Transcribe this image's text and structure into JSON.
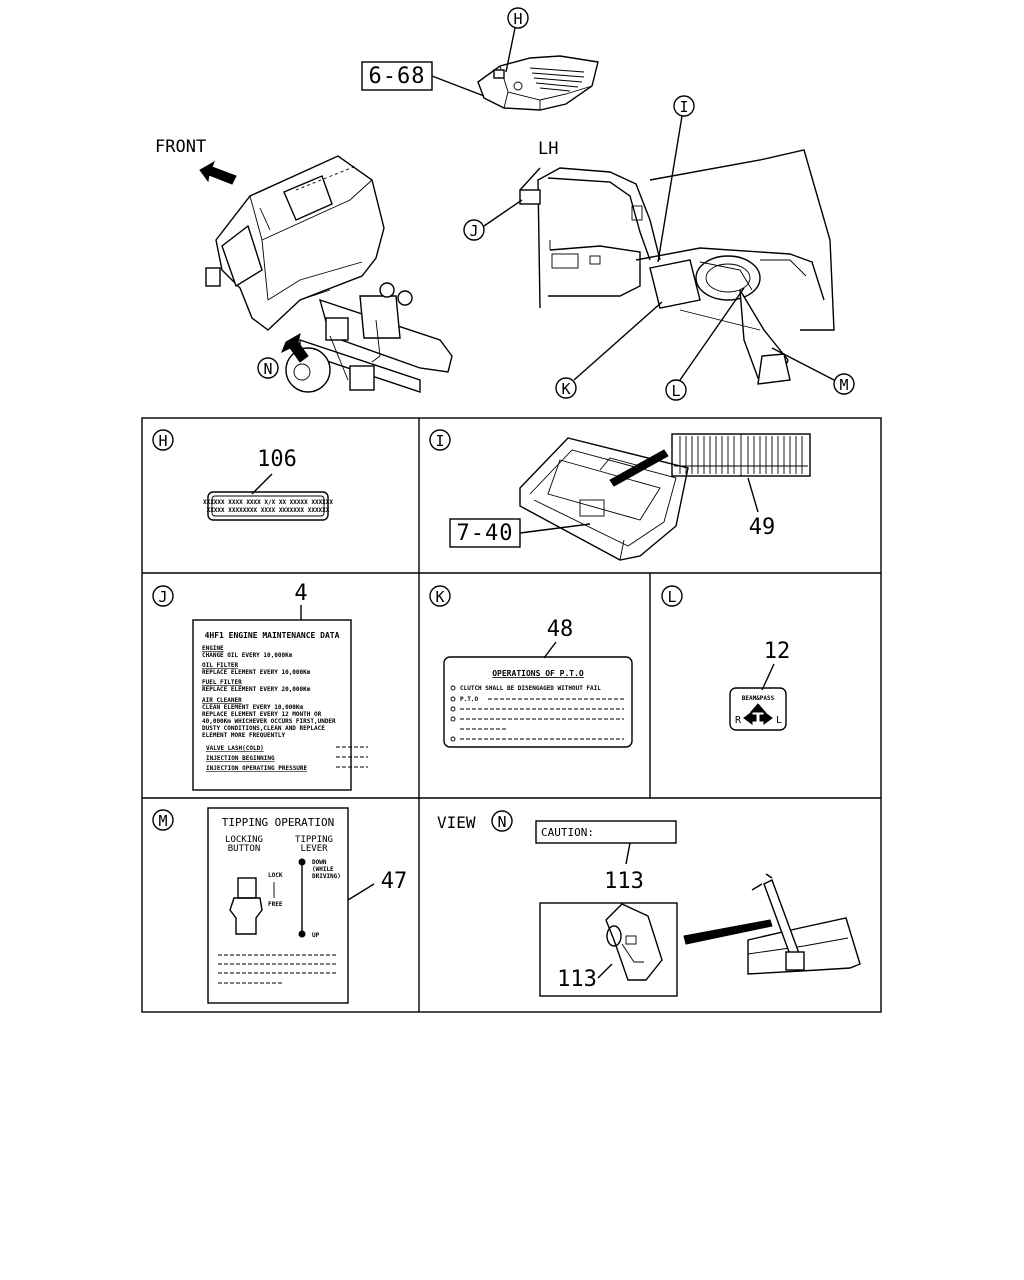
{
  "overview": {
    "front_label": "FRONT",
    "lh_label": "LH",
    "ref_top": "6-68",
    "callouts": {
      "H": "H",
      "I": "I",
      "J": "J",
      "K": "K",
      "L": "L",
      "M": "M",
      "N": "N"
    }
  },
  "panels": {
    "H": {
      "letter": "H",
      "part": "106",
      "label_lines": [
        "XXXXXX XXXX XXXX X/X XX XXXXX XXXXXX",
        "XXXXX XXXXXXXX XXXX XXXXXXX XXXXXX"
      ]
    },
    "I": {
      "letter": "I",
      "part": "49",
      "ref": "7-40"
    },
    "J": {
      "letter": "J",
      "part": "4",
      "title": "4HF1 ENGINE MAINTENANCE DATA",
      "lines": [
        "ENGINE",
        "CHANGE OIL EVERY 10,000Km",
        "OIL FILTER",
        "REPLACE ELEMENT EVERY 10,000Km",
        "FUEL FILTER",
        "REPLACE ELEMENT EVERY 20,000Km",
        "AIR CLEANER",
        "CLEAN ELEMENT EVERY 10,000Km",
        "REPLACE ELEMENT EVERY 12 MONTH OR",
        "40,000Km WHICHEVER OCCURS FIRST,UNDER",
        "DUSTY CONDITIONS,CLEAN AND REPLACE",
        "ELEMENT MORE FREQUENTLY",
        "VALVE LASH(COLD)",
        "INJECTION BEGINNING",
        "INJECTION OPERATING PRESSURE"
      ]
    },
    "K": {
      "letter": "K",
      "part": "48",
      "title": "OPERATIONS OF P.T.O",
      "line1": "CLUTCH SHALL BE DISENGAGED WITHOUT FAIL",
      "line2": "P.T.O"
    },
    "L": {
      "letter": "L",
      "part": "12",
      "title": "BEAM&PASS",
      "right": "R",
      "left": "L"
    },
    "M": {
      "letter": "M",
      "part": "47",
      "title": "TIPPING OPERATION",
      "col1": [
        "LOCKING",
        "BUTTON"
      ],
      "col2": [
        "TIPPING",
        "LEVER"
      ],
      "lock": "LOCK",
      "free": "FREE",
      "down": [
        "DOWN",
        "(WHILE",
        "DRIVING)"
      ],
      "up": "UP"
    },
    "N": {
      "view": "VIEW",
      "letter": "N",
      "caution": "CAUTION:",
      "part_a": "113",
      "part_b": "113"
    }
  }
}
